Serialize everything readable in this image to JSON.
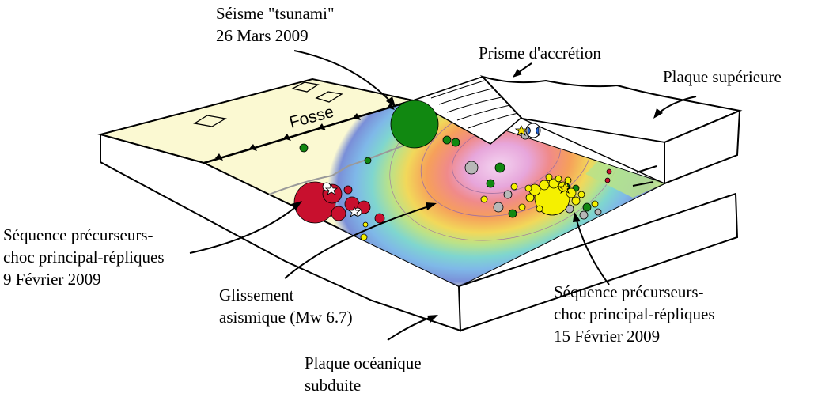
{
  "labels": {
    "tsunami_title": "Séisme \"tsunami\"",
    "tsunami_date": "26 Mars 2009",
    "prisme": "Prisme d'accrétion",
    "plaque_sup": "Plaque supérieure",
    "fosse": "Fosse",
    "seq1_l1": "Séquence précurseurs-",
    "seq1_l2": "choc principal-répliques",
    "seq1_l3": "9 Février 2009",
    "gliss_l1": "Glissement",
    "gliss_l2": "asismique (Mw 6.7)",
    "seq2_l1": "Séquence précurseurs-",
    "seq2_l2": "choc principal-répliques",
    "seq2_l3": "15 Février 2009",
    "plaque_oc_l1": "Plaque océanique",
    "plaque_oc_l2": "subduite"
  },
  "colors": {
    "seafloor": "#fbf9d2",
    "green_event": "#118811",
    "red_sequence": "#c8102e",
    "yellow_sequence": "#f5f000",
    "gray_event": "#b8b8b8",
    "slip_outer": "#7a8fd8",
    "slip_inner": "#e3a8de"
  },
  "icons": [
    "focal-mechanism-icon",
    "star-icon"
  ]
}
